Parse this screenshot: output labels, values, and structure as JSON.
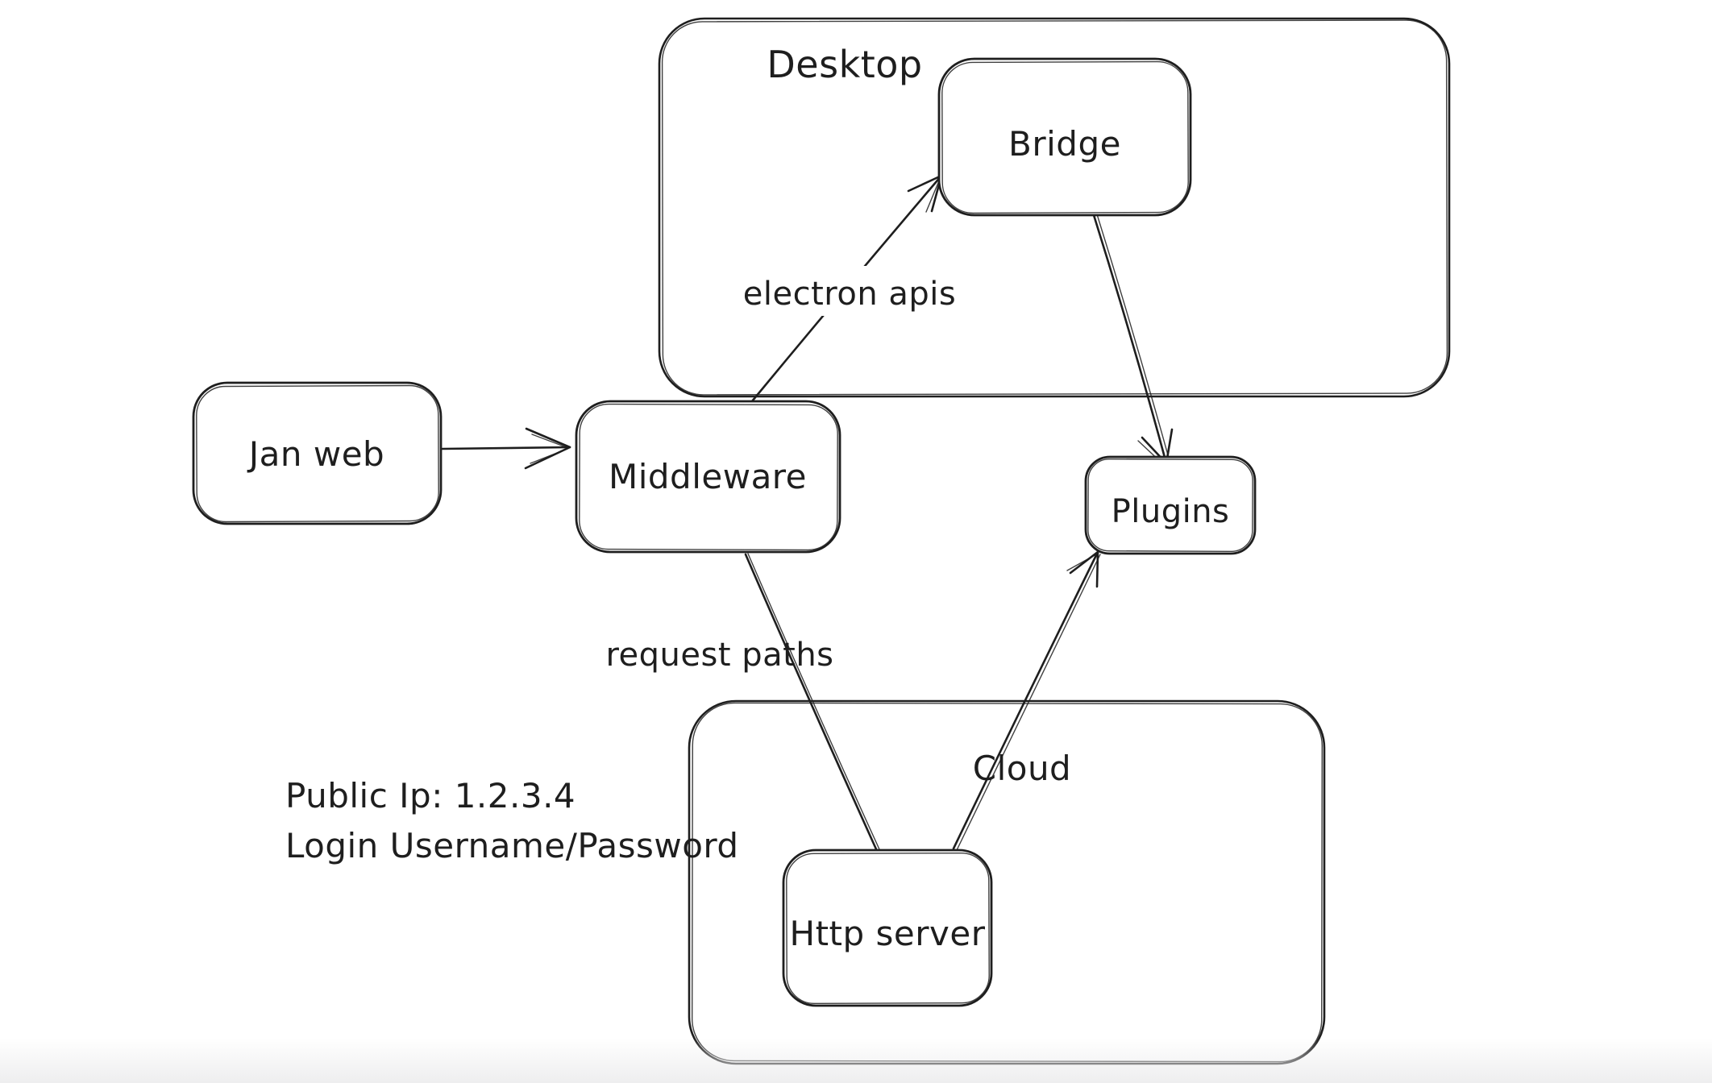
{
  "app": {
    "background_color": "#ffffff",
    "stroke_color": "#1e1e1e"
  },
  "diagram": {
    "containers": {
      "desktop": {
        "label": "Desktop"
      },
      "cloud": {
        "label": "Cloud"
      }
    },
    "nodes": {
      "jan_web": {
        "label": "Jan web"
      },
      "middleware": {
        "label": "Middleware"
      },
      "bridge": {
        "label": "Bridge"
      },
      "plugins": {
        "label": "Plugins"
      },
      "http_server": {
        "label": "Http server"
      }
    },
    "edge_labels": {
      "electron_apis": "electron apis",
      "request_paths": "request paths"
    },
    "annotation": {
      "line1": "Public Ip: 1.2.3.4",
      "line2": "Login Username/Password"
    }
  }
}
